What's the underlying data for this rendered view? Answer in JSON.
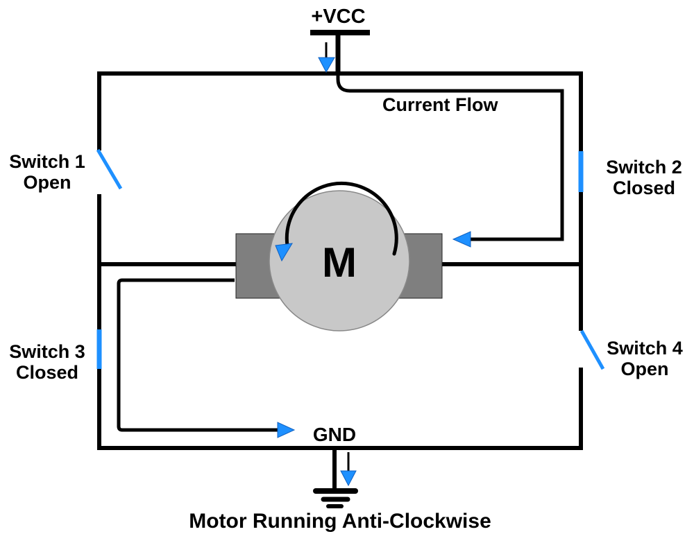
{
  "diagram": {
    "type": "h-bridge-motor-circuit",
    "power_label": "+VCC",
    "ground_label": "GND",
    "current_flow_label": "Current Flow",
    "motor_label": "M",
    "caption": "Motor Running Anti-Clockwise",
    "motor_direction": "anti-clockwise",
    "switches": [
      {
        "label": "Switch 1",
        "state": "Open"
      },
      {
        "label": "Switch 2",
        "state": "Closed"
      },
      {
        "label": "Switch 3",
        "state": "Closed"
      },
      {
        "label": "Switch 4",
        "state": "Open"
      }
    ],
    "colors": {
      "wire": "#000000",
      "current_accent": "#1E90FF",
      "motor_body": "#C8C8C8",
      "motor_brush": "#7F7F7F",
      "background": "#FFFFFF"
    }
  }
}
